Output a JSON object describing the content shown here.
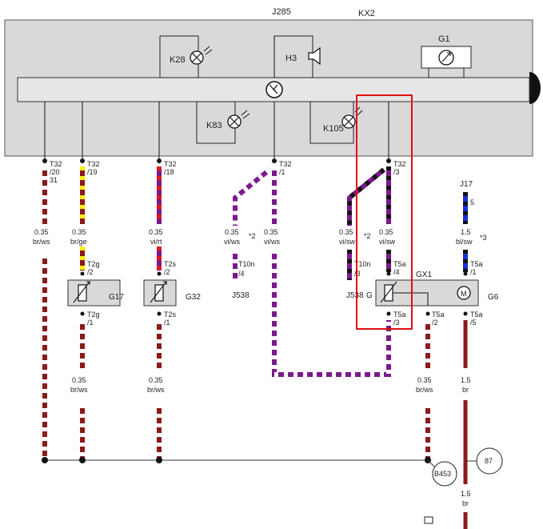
{
  "header": {
    "j285": "J285",
    "kx2": "KX2"
  },
  "components": {
    "k28": "K28",
    "h3": "H3",
    "g1": "G1",
    "k83": "K83",
    "k105": "K105",
    "g17": "G17",
    "g32": "G32",
    "g6": "G6",
    "gx1": "GX1",
    "j538a": "J538",
    "j538b": "J538",
    "g_small": "G",
    "j17": "J17",
    "b453": "B453",
    "ground87": "87"
  },
  "connectors": {
    "c1": [
      "T32",
      "/20",
      "31"
    ],
    "c2": [
      "T32",
      "/19"
    ],
    "c3": [
      "T32",
      "/18"
    ],
    "c4": [
      "T32",
      "/1"
    ],
    "c5": [
      "T32",
      "/3"
    ],
    "j17pin": "5",
    "t2g_top": [
      "T2g",
      "/2"
    ],
    "t2g_bot": [
      "T2g",
      "/1"
    ],
    "t2s_top": [
      "T2s",
      "/2"
    ],
    "t2s_bot": [
      "T2s",
      "/1"
    ],
    "t10n_a": [
      "T10n",
      "/4"
    ],
    "t10n_b": [
      "T10n",
      "/3"
    ],
    "t5a_v4": [
      "T5a",
      "/4"
    ],
    "t5a_v1": [
      "T5a",
      "/1"
    ],
    "t5a_3": [
      "T5a",
      "/3"
    ],
    "t5a_2": [
      "T5a",
      "/2"
    ],
    "t5a_5": [
      "T5a",
      "/5"
    ]
  },
  "wires": {
    "w1": [
      "0.35",
      "br/ws"
    ],
    "w2": [
      "0.35",
      "br/ge"
    ],
    "w3": [
      "0.35",
      "vi/rt"
    ],
    "w4": [
      "0.35",
      "vi/ws"
    ],
    "w5": [
      "0.35",
      "vi/ws"
    ],
    "w6": [
      "0.35",
      "vi/sw"
    ],
    "w7": [
      "0.35",
      "vi/sw"
    ],
    "w8": [
      "1.5",
      "bl/sw"
    ],
    "w9": [
      "0.35",
      "br/ws"
    ],
    "w10": [
      "0.35",
      "br/ws"
    ],
    "w11": [
      "0.35",
      "br/ws"
    ],
    "w12": [
      "1.5",
      "br"
    ],
    "w13": [
      "1.5",
      "br"
    ]
  },
  "notes": {
    "n2a": "*2",
    "n2b": "*2",
    "n3": "*3"
  },
  "colors": {
    "panel": "#d9d9d9",
    "brown": "#8b1a1a",
    "violet": "#7a1a8c",
    "yellow": "#ffee00",
    "red": "#e8151b",
    "blue": "#1530d8",
    "black": "#111111",
    "highlight": "#e01010"
  }
}
